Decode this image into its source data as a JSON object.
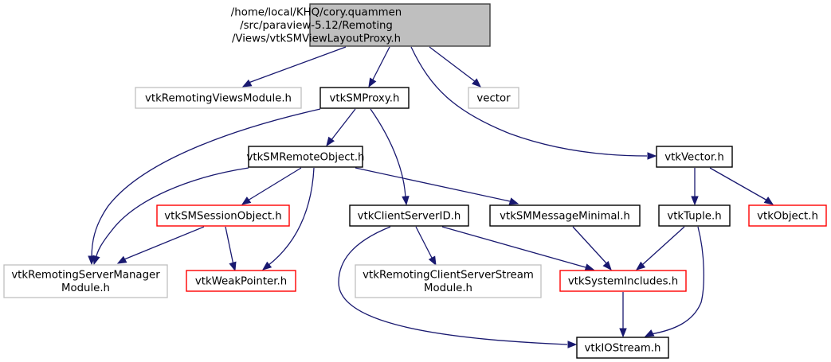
{
  "diagram": {
    "type": "include-dependency-graph",
    "colors": {
      "edge": "#191970",
      "root_fill": "#bfbfbf",
      "root_border": "#404040",
      "documented_border": "#000000",
      "external_border": "#bfbfbf",
      "incomplete_border": "#ff0000",
      "node_fill": "#ffffff"
    },
    "nodes": [
      {
        "id": "root",
        "kind": "root",
        "lines": [
          "/home/local/KHQ/cory.quammen",
          "/src/paraview-5.12/Remoting",
          "/Views/vtkSMViewLayoutProxy.h"
        ]
      },
      {
        "id": "vtkRemotingViewsModule",
        "kind": "external",
        "lines": [
          "vtkRemotingViewsModule.h"
        ]
      },
      {
        "id": "vtkSMProxy",
        "kind": "documented",
        "lines": [
          "vtkSMProxy.h"
        ]
      },
      {
        "id": "vector",
        "kind": "external",
        "lines": [
          "vector"
        ]
      },
      {
        "id": "vtkSMRemoteObject",
        "kind": "documented",
        "lines": [
          "vtkSMRemoteObject.h"
        ]
      },
      {
        "id": "vtkVector",
        "kind": "documented",
        "lines": [
          "vtkVector.h"
        ]
      },
      {
        "id": "vtkSMSessionObject",
        "kind": "incomplete",
        "lines": [
          "vtkSMSessionObject.h"
        ]
      },
      {
        "id": "vtkClientServerID",
        "kind": "documented",
        "lines": [
          "vtkClientServerID.h"
        ]
      },
      {
        "id": "vtkSMMessageMinimal",
        "kind": "documented",
        "lines": [
          "vtkSMMessageMinimal.h"
        ]
      },
      {
        "id": "vtkTuple",
        "kind": "documented",
        "lines": [
          "vtkTuple.h"
        ]
      },
      {
        "id": "vtkObject",
        "kind": "incomplete",
        "lines": [
          "vtkObject.h"
        ]
      },
      {
        "id": "vtkRemotingServerManagerModule",
        "kind": "external",
        "lines": [
          "vtkRemotingServerManager",
          "Module.h"
        ]
      },
      {
        "id": "vtkWeakPointer",
        "kind": "incomplete",
        "lines": [
          "vtkWeakPointer.h"
        ]
      },
      {
        "id": "vtkRemotingClientServerStreamModule",
        "kind": "external",
        "lines": [
          "vtkRemotingClientServerStream",
          "Module.h"
        ]
      },
      {
        "id": "vtkSystemIncludes",
        "kind": "incomplete",
        "lines": [
          "vtkSystemIncludes.h"
        ]
      },
      {
        "id": "vtkIOStream",
        "kind": "documented",
        "lines": [
          "vtkIOStream.h"
        ]
      }
    ],
    "edges": [
      {
        "from": "root",
        "to": "vtkRemotingViewsModule"
      },
      {
        "from": "root",
        "to": "vtkSMProxy"
      },
      {
        "from": "root",
        "to": "vector"
      },
      {
        "from": "root",
        "to": "vtkVector"
      },
      {
        "from": "vtkSMProxy",
        "to": "vtkSMRemoteObject"
      },
      {
        "from": "vtkSMProxy",
        "to": "vtkRemotingServerManagerModule"
      },
      {
        "from": "vtkSMProxy",
        "to": "vtkClientServerID"
      },
      {
        "from": "vtkSMRemoteObject",
        "to": "vtkRemotingServerManagerModule"
      },
      {
        "from": "vtkSMRemoteObject",
        "to": "vtkSMSessionObject"
      },
      {
        "from": "vtkSMRemoteObject",
        "to": "vtkWeakPointer"
      },
      {
        "from": "vtkSMRemoteObject",
        "to": "vtkSMMessageMinimal"
      },
      {
        "from": "vtkSMSessionObject",
        "to": "vtkRemotingServerManagerModule"
      },
      {
        "from": "vtkSMSessionObject",
        "to": "vtkWeakPointer"
      },
      {
        "from": "vtkClientServerID",
        "to": "vtkRemotingClientServerStreamModule"
      },
      {
        "from": "vtkClientServerID",
        "to": "vtkSystemIncludes"
      },
      {
        "from": "vtkClientServerID",
        "to": "vtkIOStream"
      },
      {
        "from": "vtkSMMessageMinimal",
        "to": "vtkSystemIncludes"
      },
      {
        "from": "vtkVector",
        "to": "vtkTuple"
      },
      {
        "from": "vtkVector",
        "to": "vtkObject"
      },
      {
        "from": "vtkTuple",
        "to": "vtkSystemIncludes"
      },
      {
        "from": "vtkTuple",
        "to": "vtkIOStream"
      },
      {
        "from": "vtkSystemIncludes",
        "to": "vtkIOStream"
      }
    ]
  }
}
